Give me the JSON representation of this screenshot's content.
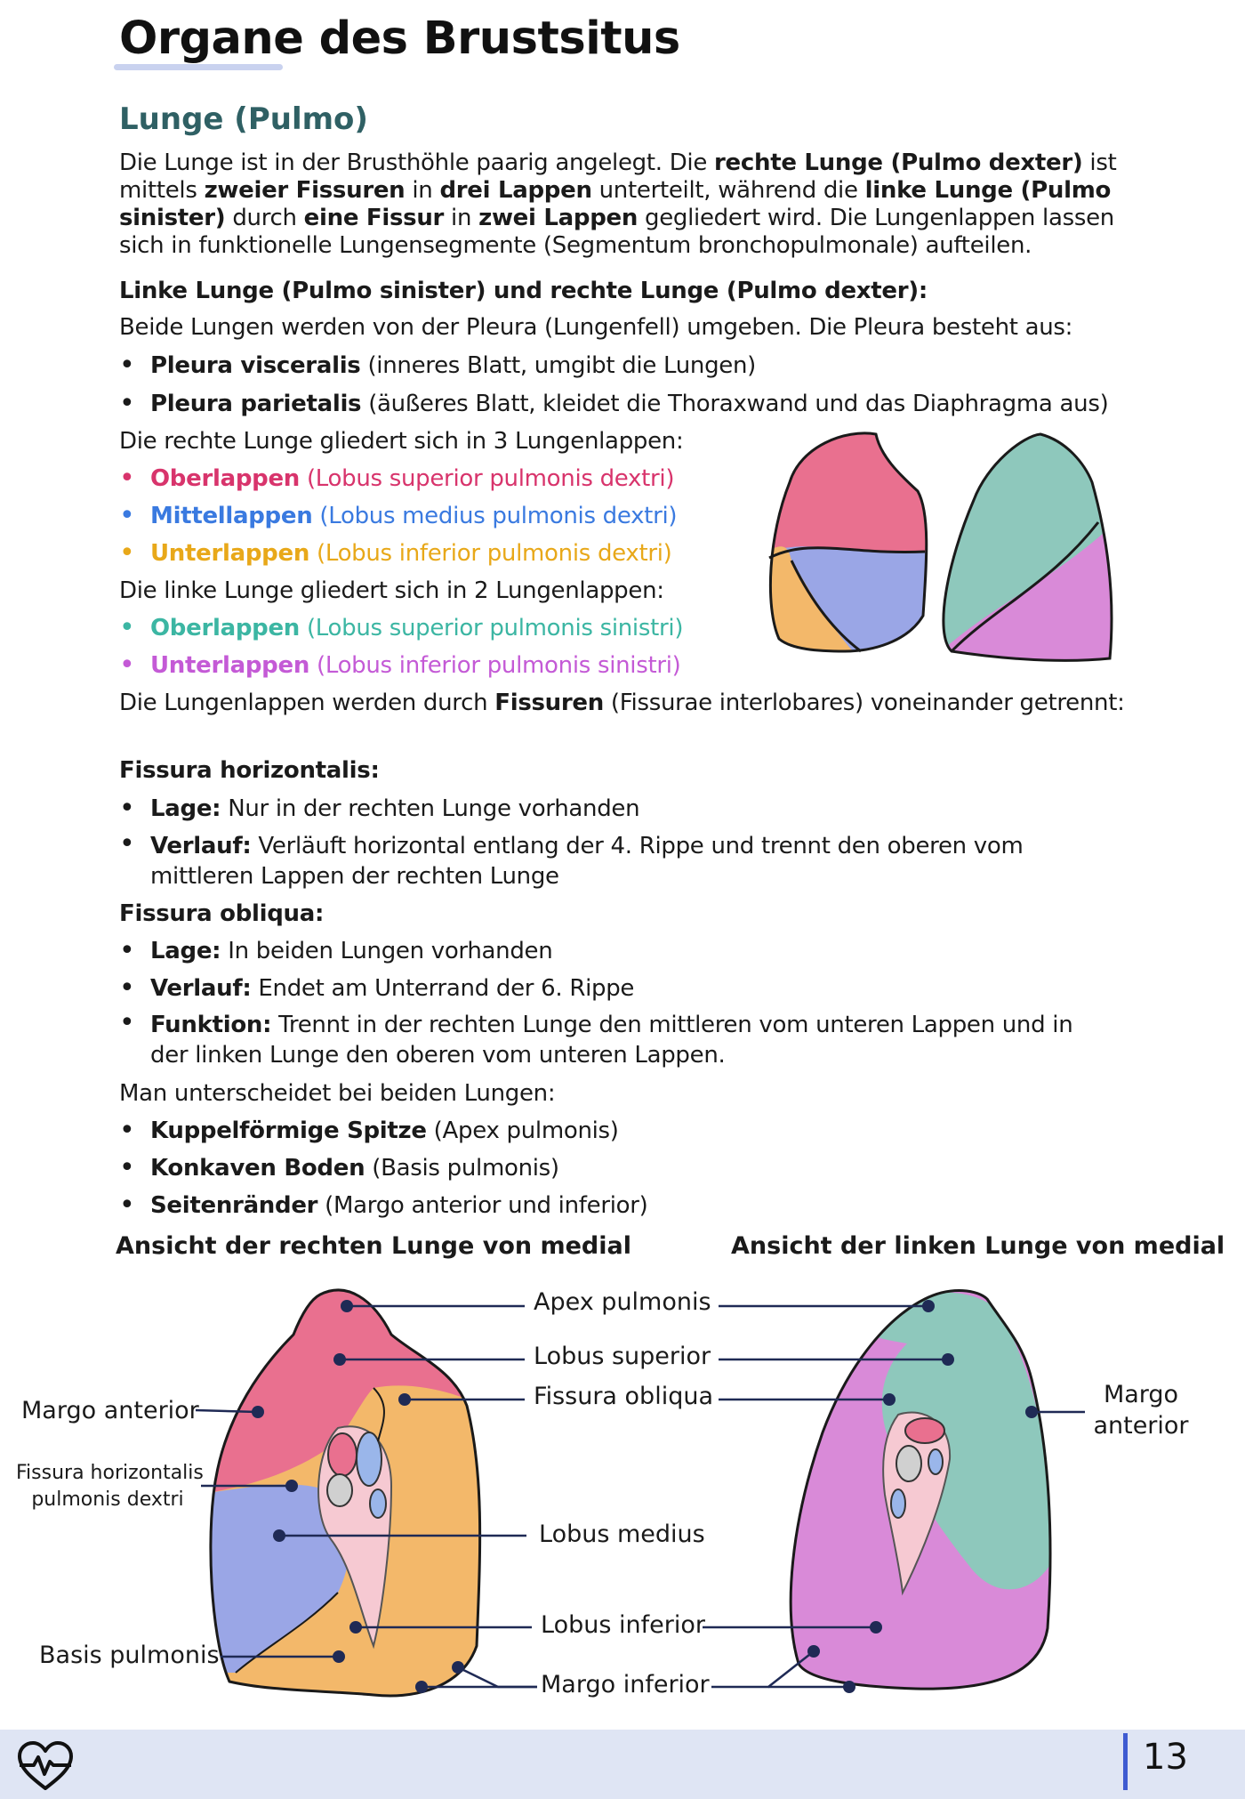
{
  "title": "Organe des Brustsitus",
  "section_title": "Lunge (Pulmo)",
  "intro": [
    {
      "t": "Die Lunge ist in der Brusthöhle paarig angelegt. Die ",
      "b": false
    },
    {
      "t": "rechte Lunge (Pulmo dexter)",
      "b": true
    },
    {
      "t": " ist mittels ",
      "b": false
    },
    {
      "t": "zweier Fissuren",
      "b": true
    },
    {
      "t": " in ",
      "b": false
    },
    {
      "t": "drei Lappen",
      "b": true
    },
    {
      "t": " unterteilt, während die ",
      "b": false
    },
    {
      "t": "linke Lunge (Pulmo sinister)",
      "b": true
    },
    {
      "t": " durch ",
      "b": false
    },
    {
      "t": "eine Fissur",
      "b": true
    },
    {
      "t": " in ",
      "b": false
    },
    {
      "t": "zwei Lappen",
      "b": true
    },
    {
      "t": " gegliedert wird. Die Lungenlappen lassen sich in funktionelle Lungensegmente (Segmentum bronchopulmonale) aufteilen.",
      "b": false
    }
  ],
  "subheading_lungs": "Linke Lunge (Pulmo sinister) und rechte Lunge (Pulmo dexter):",
  "pleura_intro": "Beide Lungen werden von der Pleura (Lungenfell) umgeben. Die Pleura besteht aus:",
  "pleura_items": [
    {
      "term": "Pleura visceralis",
      "desc": " (inneres Blatt, umgibt die Lungen)"
    },
    {
      "term": "Pleura parietalis",
      "desc": " (äußeres Blatt, kleidet die Thoraxwand und das Diaphragma aus)"
    }
  ],
  "right_lung_intro": "Die rechte Lunge gliedert sich in 3 Lungenlappen:",
  "right_lobes": [
    {
      "term": "Oberlappen",
      "desc": " (Lobus superior pulmonis dextri)",
      "color": "#d8346c"
    },
    {
      "term": "Mittellappen",
      "desc": " (Lobus medius pulmonis dextri)",
      "color": "#3a7ae0"
    },
    {
      "term": "Unterlappen",
      "desc": " (Lobus inferior pulmonis dextri)",
      "color": "#e8a819"
    }
  ],
  "left_lung_intro": "Die linke Lunge gliedert sich in 2 Lungenlappen:",
  "left_lobes": [
    {
      "term": "Oberlappen",
      "desc": " (Lobus superior pulmonis sinistri)",
      "color": "#3cb6a3"
    },
    {
      "term": "Unterlappen",
      "desc": " (Lobus inferior pulmonis sinistri)",
      "color": "#c45ad6"
    }
  ],
  "fissures_intro": {
    "pre": "Die Lungenlappen werden durch ",
    "bold": "Fissuren",
    "post": " (Fissurae interlobares) voneinander getrennt:"
  },
  "fissura_horizontalis": {
    "heading": "Fissura horizontalis:",
    "items": [
      {
        "term": "Lage:",
        "desc": " Nur in der rechten Lunge vorhanden"
      },
      {
        "term": "Verlauf:",
        "desc": " Verläuft horizontal entlang der 4. Rippe und trennt den oberen vom mittleren Lappen der rechten Lunge"
      }
    ]
  },
  "fissura_obliqua": {
    "heading": "Fissura obliqua:",
    "items": [
      {
        "term": "Lage:",
        "desc": " In beiden Lungen vorhanden"
      },
      {
        "term": "Verlauf:",
        "desc": " Endet am Unterrand der 6. Rippe"
      },
      {
        "term": "Funktion:",
        "desc": " Trennt in der rechten Lunge den mittleren vom unteren Lappen und in der linken Lunge den oberen vom unteren Lappen."
      }
    ]
  },
  "distinguish_intro": "Man unterscheidet bei beiden Lungen:",
  "distinguish_items": [
    {
      "term": "Kuppelförmige Spitze",
      "desc": " (Apex pulmonis)"
    },
    {
      "term": "Konkaven Boden",
      "desc": " (Basis pulmonis)"
    },
    {
      "term": "Seitenränder",
      "desc": " (Margo anterior und inferior)"
    }
  ],
  "view_right_title": "Ansicht der rechten Lunge von medial",
  "view_left_title": "Ansicht der linken Lunge von medial",
  "labels": {
    "apex": "Apex pulmonis",
    "lobus_superior": "Lobus superior",
    "fissura_obliqua": "Fissura obliqua",
    "lobus_medius": "Lobus medius",
    "lobus_inferior": "Lobus inferior",
    "margo_inferior": "Margo inferior",
    "margo_anterior_right": "Margo anterior",
    "fissura_horizontalis_1": "Fissura horizontalis",
    "fissura_horizontalis_2": "pulmonis dextri",
    "basis_pulmonis": "Basis pulmonis",
    "margo_anterior_left_1": "Margo",
    "margo_anterior_left_2": "anterior"
  },
  "page_number": "13",
  "icons": {
    "footer": "heart-pulse-icon"
  },
  "colors": {
    "upper_right": "#e9708f",
    "middle_right": "#9aa6e6",
    "lower_right": "#f3b86a",
    "upper_left": "#8ec8bc",
    "lower_left": "#d98ad8",
    "accent": "#3f5bd1",
    "footer_bg": "#dfe5f4"
  }
}
